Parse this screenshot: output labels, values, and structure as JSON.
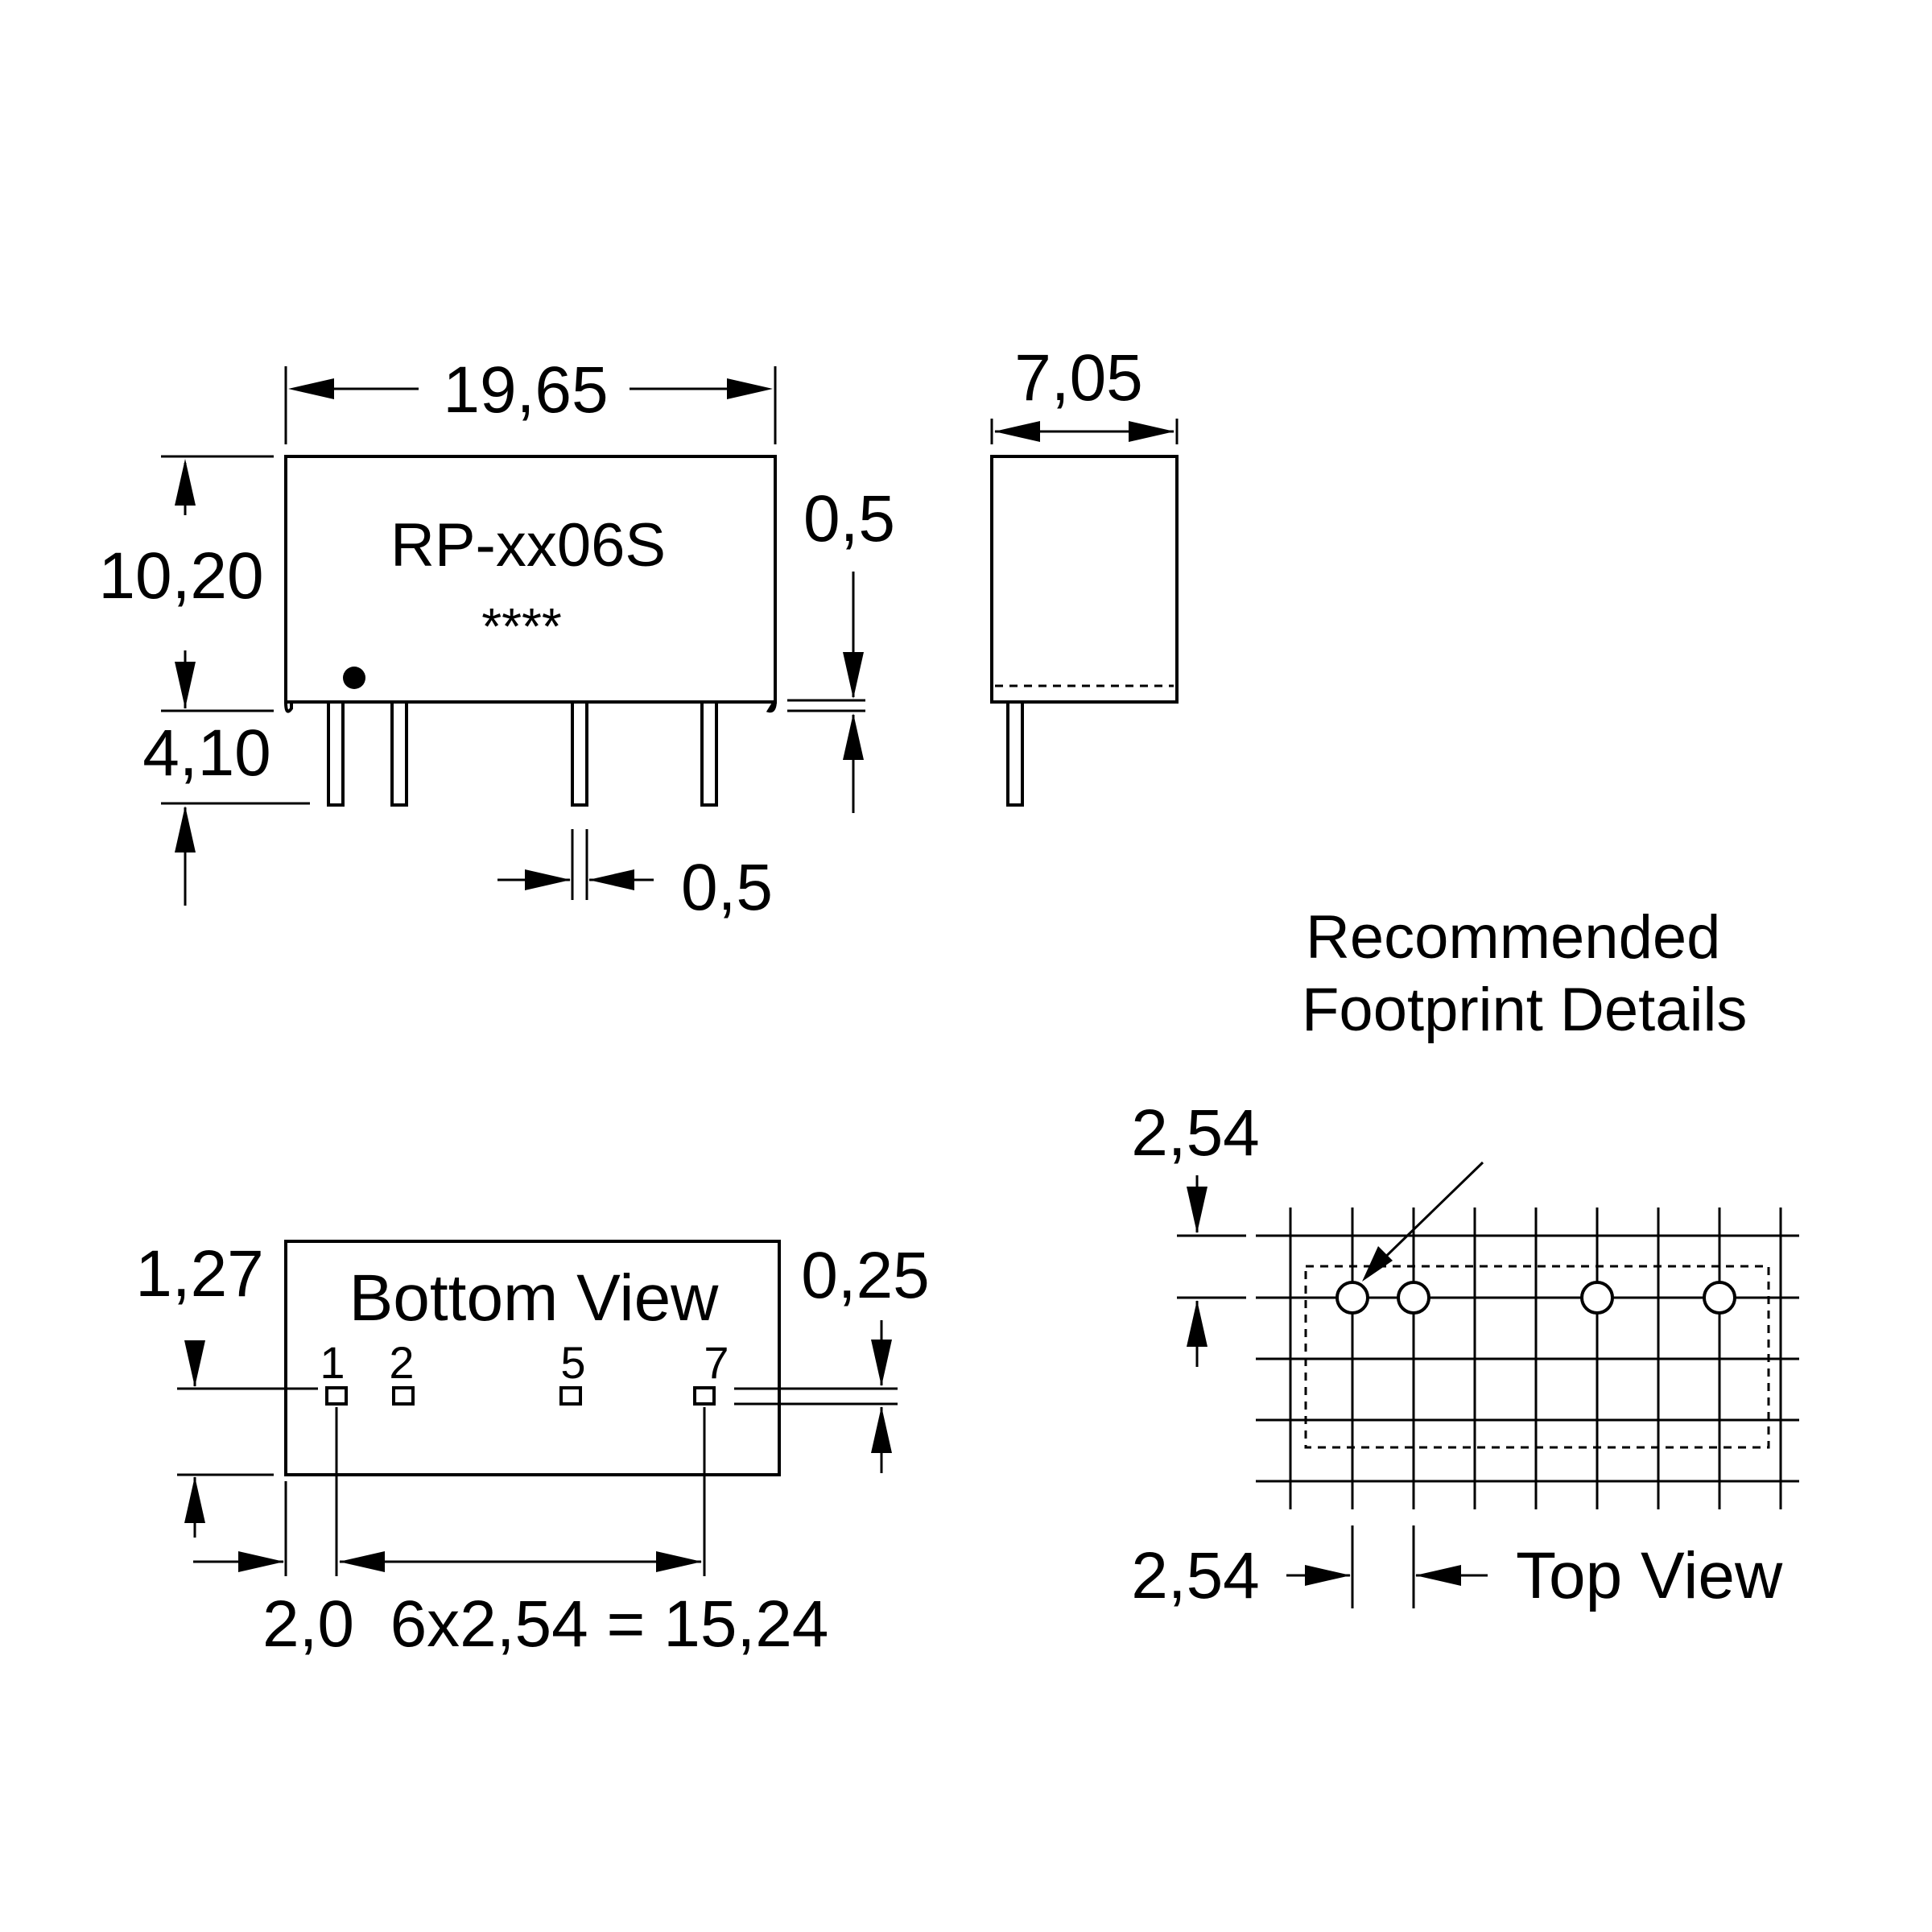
{
  "front_view": {
    "width": "19,65",
    "height": "10,20",
    "pin_length": "4,10",
    "standoff": "0,5",
    "pin_width": "0,5",
    "part_number": "RP-xx06S",
    "marking": "****"
  },
  "side_view": {
    "depth": "7,05"
  },
  "bottom_view": {
    "title": "Bottom View",
    "pin_row_offset": "1,27",
    "pin_size": "0,25",
    "edge_offset": "2,0",
    "pitch_total": "6x2,54 = 15,24",
    "pins": [
      "1",
      "2",
      "5",
      "7"
    ]
  },
  "footprint": {
    "title_line1": "Recommended",
    "title_line2": "Footprint Details",
    "grid_pitch_vertical": "2,54",
    "grid_pitch_horizontal": "2,54",
    "view_label": "Top View"
  }
}
